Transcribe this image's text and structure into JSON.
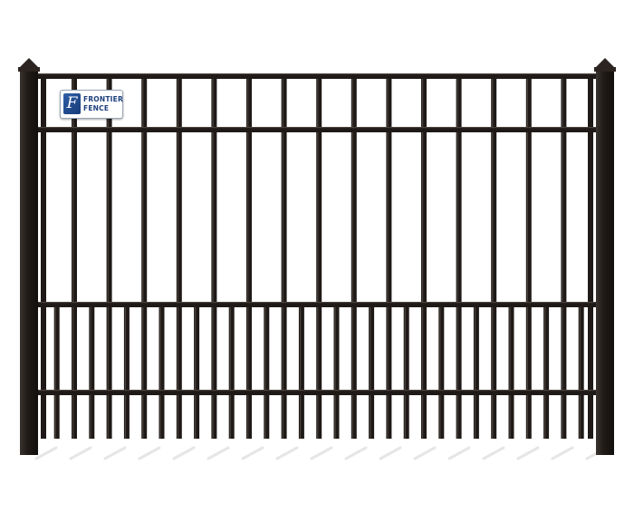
{
  "logo": {
    "line1": "FRONTIER",
    "line2": "FENCE",
    "monogram": "F"
  },
  "colors": {
    "metal": "#1f1a17",
    "metal_highlight": "#4a423c",
    "logo_blue": "#1d3f7c",
    "background": "#ffffff",
    "shadow": "#e6e6e6"
  },
  "icons": {
    "logo_mark": "frontier-fence-monogram-icon"
  }
}
